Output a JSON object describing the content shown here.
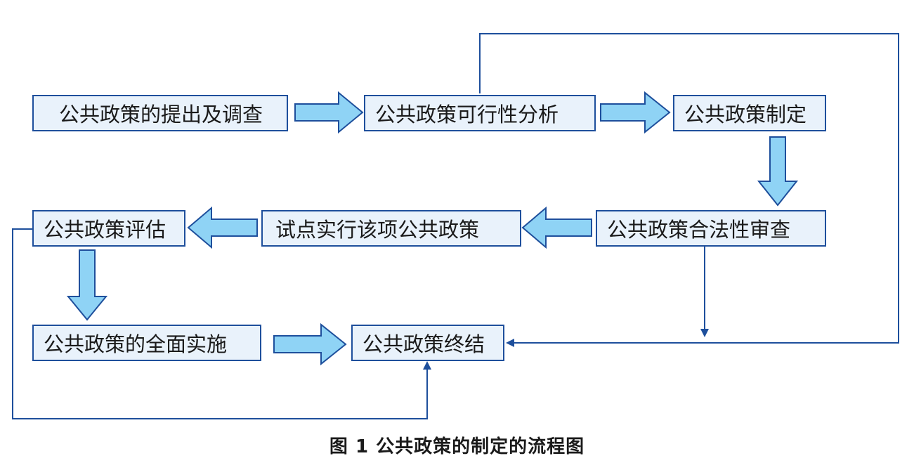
{
  "colors": {
    "box_border": "#1e4f9c",
    "box_fill": "#e9f2fb",
    "block_arrow_fill": "#8fd3f5",
    "block_arrow_stroke": "#1e4f9c",
    "connector_line": "#1e4f9c"
  },
  "nodes": {
    "proposal": "公共政策的提出及调查",
    "feasibility": "公共政策可行性分析",
    "formulation": "公共政策制定",
    "legality_review": "公共政策合法性审查",
    "pilot": "试点实行该项公共政策",
    "evaluation": "公共政策评估",
    "full_implementation": "公共政策的全面实施",
    "termination": "公共政策终结"
  },
  "caption": "图 1  公共政策的制定的流程图"
}
